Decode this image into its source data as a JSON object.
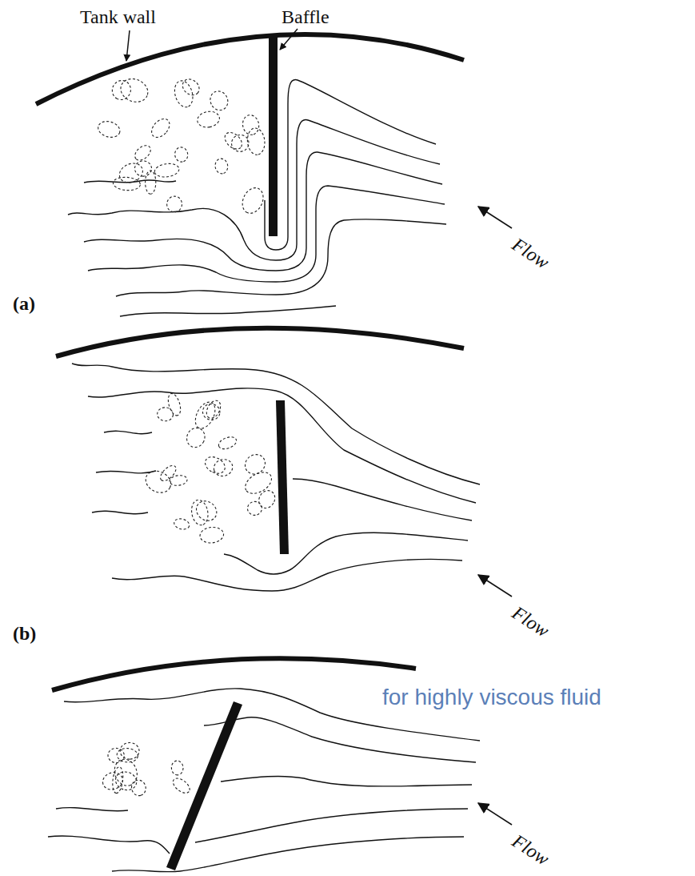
{
  "diagram": {
    "labels": [
      "Tank wall",
      "Baffle",
      "Flow",
      "(a)",
      "Flow",
      "(b)",
      "for highly viscous fluid",
      "Flow"
    ]
  }
}
